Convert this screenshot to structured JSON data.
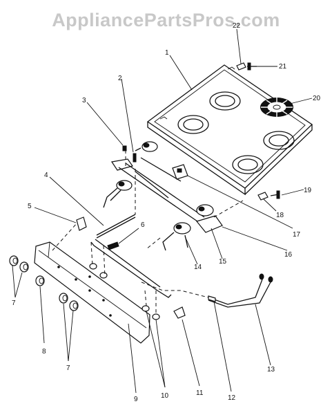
{
  "watermark": "AppliancePartsPros.com",
  "callouts": [
    {
      "id": "c1",
      "label": "1"
    },
    {
      "id": "c2",
      "label": "2"
    },
    {
      "id": "c3",
      "label": "3"
    },
    {
      "id": "c4",
      "label": "4"
    },
    {
      "id": "c5",
      "label": "5"
    },
    {
      "id": "c6",
      "label": "6"
    },
    {
      "id": "c7a",
      "label": "7"
    },
    {
      "id": "c7b",
      "label": "7"
    },
    {
      "id": "c8",
      "label": "8"
    },
    {
      "id": "c9",
      "label": "9"
    },
    {
      "id": "c10",
      "label": "10"
    },
    {
      "id": "c11",
      "label": "11"
    },
    {
      "id": "c12",
      "label": "12"
    },
    {
      "id": "c13",
      "label": "13"
    },
    {
      "id": "c14",
      "label": "14"
    },
    {
      "id": "c15",
      "label": "15"
    },
    {
      "id": "c16",
      "label": "16"
    },
    {
      "id": "c17",
      "label": "17"
    },
    {
      "id": "c18",
      "label": "18"
    },
    {
      "id": "c19",
      "label": "19"
    },
    {
      "id": "c20",
      "label": "20"
    },
    {
      "id": "c21",
      "label": "21"
    },
    {
      "id": "c22",
      "label": "22"
    }
  ]
}
